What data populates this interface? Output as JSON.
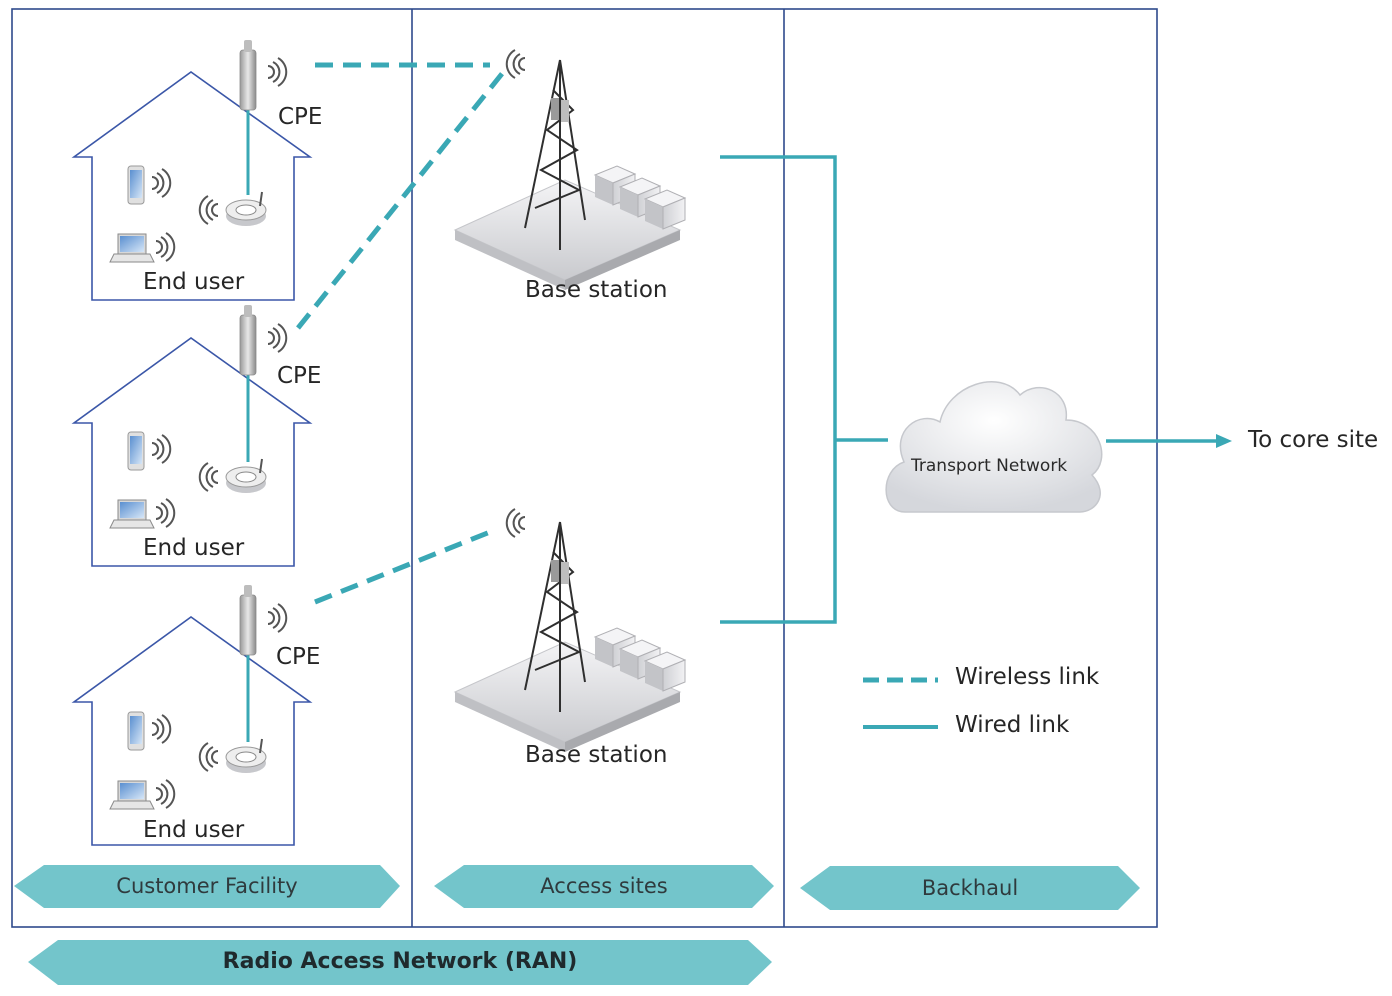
{
  "sections": {
    "customer_facility": "Customer Facility",
    "access_sites": "Access sites",
    "backhaul": "Backhaul",
    "ran": "Radio Access Network (RAN)"
  },
  "houses": [
    {
      "cpe_label": "CPE",
      "end_user_label": "End user"
    },
    {
      "cpe_label": "CPE",
      "end_user_label": "End user"
    },
    {
      "cpe_label": "CPE",
      "end_user_label": "End user"
    }
  ],
  "base_stations": [
    {
      "label": "Base station"
    },
    {
      "label": "Base station"
    }
  ],
  "transport_network": "Transport Network",
  "core_site": "To core site",
  "legend": {
    "wireless": "Wireless link",
    "wired": "Wired link"
  },
  "colors": {
    "link": "#3aa8b5",
    "banner": "#73c5cb",
    "border": "#2e4a8c",
    "house": "#3b57a8"
  },
  "icons": [
    "antenna-icon",
    "router-icon",
    "phone-icon",
    "laptop-icon",
    "tower-icon",
    "cloud-icon",
    "arrow-icon",
    "wifi-signal-icon"
  ]
}
